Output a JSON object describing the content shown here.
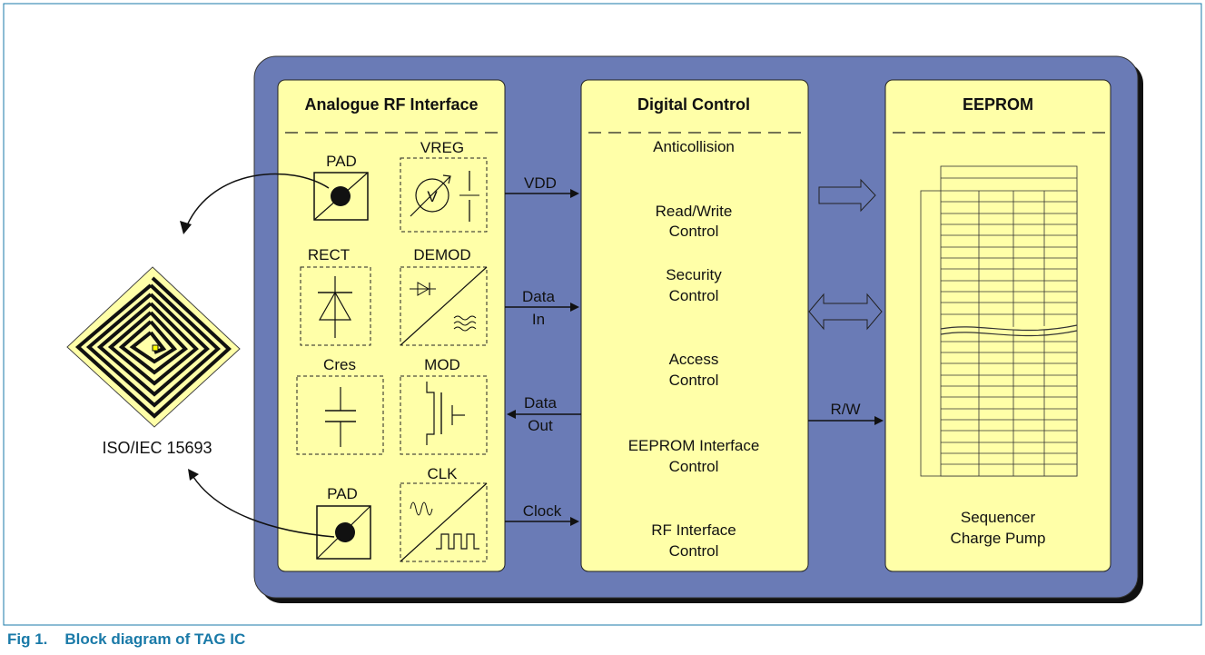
{
  "colors": {
    "chip_background": "#6a7bb6",
    "block_fill": "#ffffa8",
    "caption_color": "#1a7aa8",
    "antenna_coil": "#111111"
  },
  "caption": {
    "figure_number": "Fig 1.",
    "title": "Block diagram of TAG IC"
  },
  "antenna": {
    "label": "ISO/IEC 15693"
  },
  "analogue_block": {
    "title": "Analogue RF Interface",
    "components": {
      "pad_top": "PAD",
      "vreg": "VREG",
      "rect": "RECT",
      "demod": "DEMOD",
      "cres": "Cres",
      "mod": "MOD",
      "clk": "CLK",
      "pad_bottom": "PAD"
    },
    "vreg_symbol": "V"
  },
  "signals": {
    "vdd": "VDD",
    "data_in_1": "Data",
    "data_in_2": "In",
    "data_out_1": "Data",
    "data_out_2": "Out",
    "clock": "Clock",
    "rw": "R/W"
  },
  "digital_block": {
    "title": "Digital Control",
    "functions": [
      "Anticollision",
      "Read/Write",
      "Control",
      "Security",
      "Control",
      "Access",
      "Control",
      "EEPROM Interface",
      "Control",
      "RF Interface",
      "Control"
    ]
  },
  "eeprom_block": {
    "title": "EEPROM",
    "footer_1": "Sequencer",
    "footer_2": "Charge Pump"
  }
}
